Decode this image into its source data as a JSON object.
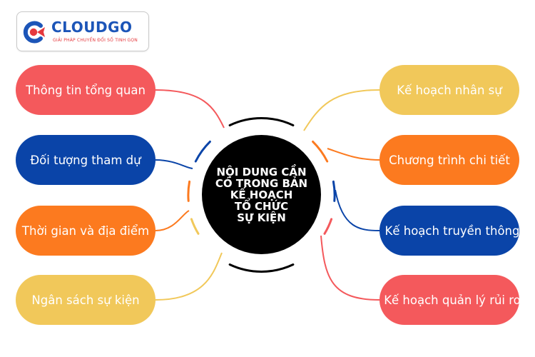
{
  "logo": {
    "name": "CLOUDGO",
    "tagline": "GIẢI PHÁP CHUYỂN ĐỔI SỐ TINH GỌN",
    "colors": {
      "primary": "#1c55b8",
      "accent": "#e5393e"
    }
  },
  "center": {
    "lines": [
      "NỘI DUNG CẦN",
      "CÓ TRONG BẢN",
      "KẾ HOẠCH",
      "TỔ CHỨC",
      "SỰ KIỆN"
    ],
    "color": "#000000"
  },
  "left_items": [
    {
      "label": "Thông tin tổng quan",
      "color": "#f4595c"
    },
    {
      "label": "Đối tượng tham dự",
      "color": "#0a44a8"
    },
    {
      "label": "Thời gian và địa điểm",
      "color": "#fc7a1f"
    },
    {
      "label": "Ngân sách sự kiện",
      "color": "#f1c85a"
    }
  ],
  "right_items": [
    {
      "label": "Kế hoạch nhân sự",
      "color": "#f1c85a"
    },
    {
      "label": "Chương trình chi tiết",
      "color": "#fc7a1f"
    },
    {
      "label": "Kế hoạch truyền thông",
      "color": "#0a44a8"
    },
    {
      "label": "Kế hoạch quản lý rủi ro",
      "color": "#f4595c"
    }
  ]
}
